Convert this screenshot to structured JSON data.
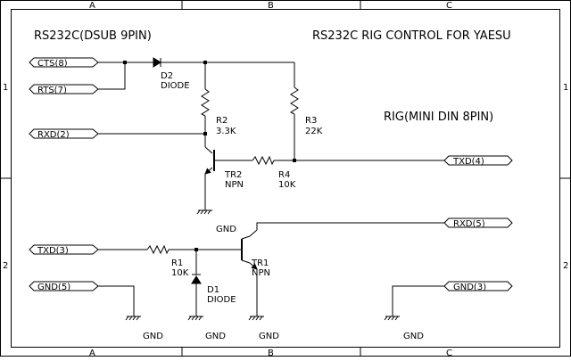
{
  "sheet": {
    "title_left": "RS232C(DSUB 9PIN)",
    "title_right": "RS232C RIG CONTROL FOR YAESU",
    "subtitle_right": "RIG(MINI DIN 8PIN)",
    "frame_columns": [
      "A",
      "B",
      "C"
    ],
    "frame_rows": [
      "1",
      "2"
    ]
  },
  "ports": {
    "cts": "CTS(8)",
    "rts": "RTS(7)",
    "rxd_pc": "RXD(2)",
    "txd_pc": "TXD(3)",
    "gnd_pc": "GND(5)",
    "txd_rig": "TXD(4)",
    "rxd_rig": "RXD(5)",
    "gnd_rig": "GND(3)"
  },
  "components": {
    "d2_ref": "D2",
    "d2_type": "DIODE",
    "r2_ref": "R2",
    "r2_value": "3.3K",
    "r3_ref": "R3",
    "r3_value": "22K",
    "tr2_ref": "TR2",
    "tr2_type": "NPN",
    "r4_ref": "R4",
    "r4_value": "10K",
    "r1_ref": "R1",
    "r1_value": "10K",
    "d1_ref": "D1",
    "d1_type": "DIODE",
    "tr1_ref": "TR1",
    "tr1_type": "NPN"
  },
  "ground_labels": {
    "tr1_emitter_top": "GND",
    "gnd_pc": "GND",
    "d1": "GND",
    "tr1": "GND",
    "gnd_rig": "GND"
  }
}
